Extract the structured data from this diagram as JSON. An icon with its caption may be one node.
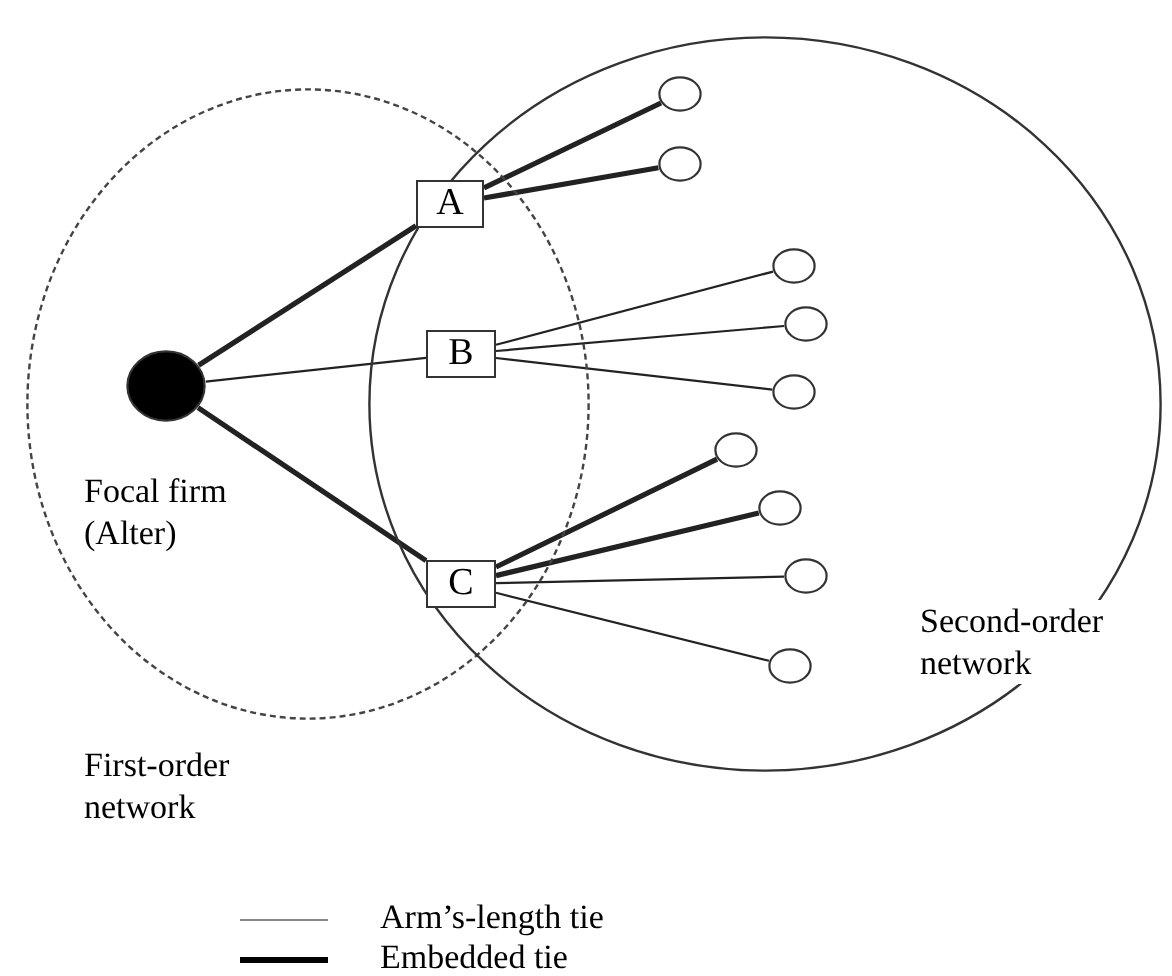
{
  "diagram": {
    "nodes": [
      {
        "text": [
          "First-order network"
        ]
      },
      {
        "text": [
          "Second-order network"
        ]
      },
      {
        "text": [
          "Focal firm (Alter)"
        ],
        "in": 0
      },
      {
        "text": [
          "A"
        ]
      },
      {
        "text": [
          "B"
        ]
      },
      {
        "text": [
          "C"
        ]
      },
      {
        "text": [],
        "shape": "circle",
        "in": 1
      },
      {
        "text": [],
        "shape": "circle",
        "in": 1
      },
      {
        "text": [],
        "shape": "circle",
        "in": 1
      },
      {
        "text": [],
        "shape": "circle",
        "in": 1
      },
      {
        "text": [],
        "shape": "circle",
        "in": 1
      },
      {
        "text": [],
        "shape": "circle",
        "in": 1
      },
      {
        "text": [],
        "shape": "circle",
        "in": 1
      },
      {
        "text": [],
        "shape": "circle",
        "in": 1
      },
      {
        "text": [],
        "shape": "circle",
        "in": 1
      }
    ],
    "edges": [
      {
        "from": 2,
        "to": 3,
        "arrow": "none",
        "style": "thick"
      },
      {
        "from": 2,
        "to": 4,
        "arrow": "none"
      },
      {
        "from": 2,
        "to": 5,
        "arrow": "none",
        "style": "thick"
      },
      {
        "from": 3,
        "to": 6,
        "arrow": "none",
        "style": "thick"
      },
      {
        "from": 3,
        "to": 7,
        "arrow": "none",
        "style": "thick"
      },
      {
        "from": 4,
        "to": 8,
        "arrow": "none"
      },
      {
        "from": 4,
        "to": 9,
        "arrow": "none"
      },
      {
        "from": 4,
        "to": 10,
        "arrow": "none"
      },
      {
        "from": 5,
        "to": 11,
        "arrow": "none",
        "style": "thick"
      },
      {
        "from": 5,
        "to": 12,
        "arrow": "none",
        "style": "thick"
      },
      {
        "from": 5,
        "to": 13,
        "arrow": "none"
      },
      {
        "from": 5,
        "to": 14,
        "arrow": "none"
      }
    ],
    "legend": [
      {
        "text": "Arm’s-length tie"
      },
      {
        "text": "Embedded tie"
      }
    ]
  }
}
